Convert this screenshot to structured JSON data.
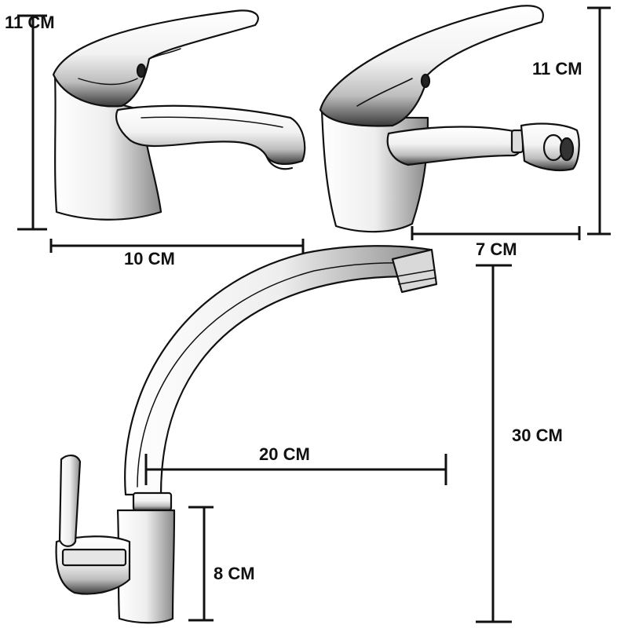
{
  "figure": {
    "basin_mixer": {
      "height_label": "11 CM",
      "width_label": "10 CM"
    },
    "bidet_mixer": {
      "height_label": "11 CM",
      "spout_label": "7 CM"
    },
    "kitchen_mixer": {
      "height_label": "30 CM",
      "reach_label": "20 CM",
      "base_label": "8 CM"
    }
  },
  "colors": {
    "ink": "#111111",
    "chrome_light": "#f4f4f4",
    "chrome_mid": "#9a9a9a",
    "chrome_dark": "#1a1a1a"
  }
}
